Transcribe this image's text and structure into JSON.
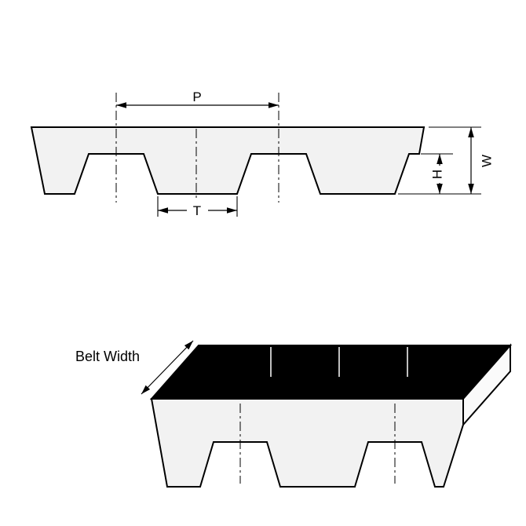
{
  "cross_section": {
    "pitch_label": "P",
    "tooth_width_label": "T",
    "tooth_height_label": "H",
    "belt_thickness_label": "W"
  },
  "isometric_view": {
    "belt_width_label": "Belt Width"
  },
  "colors": {
    "belt_fill": "#f2f2f2",
    "side_face_fill": "#fafafa",
    "top_face_fill": "#000000",
    "background": "#ffffff"
  }
}
